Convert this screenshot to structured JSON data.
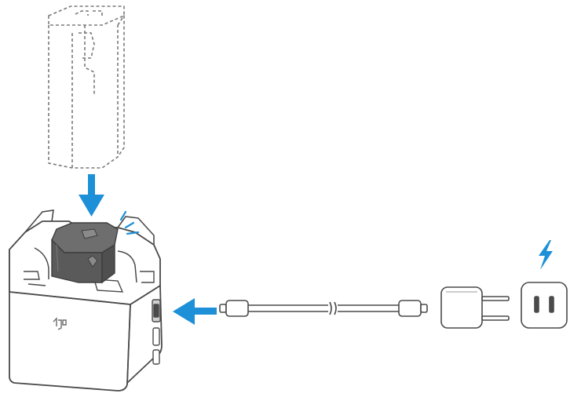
{
  "diagram": {
    "kind": "charging-hub-instruction",
    "steps": [
      {
        "action": "insert-battery",
        "direction": "down"
      },
      {
        "action": "connect-usb-c-cable",
        "direction": "left"
      },
      {
        "action": "plug-in-power",
        "indicator": "lightning"
      }
    ],
    "colors": {
      "line": "#4a4a4a",
      "accent": "#1e90d8",
      "battery": "#6e6e6e",
      "battery_dark": "#4f4f4f",
      "fill": "#ffffff",
      "dashed": "#7a7a7a"
    },
    "icons": [
      "battery-outline-icon",
      "down-arrow-icon",
      "charging-hub-icon",
      "dji-logo-icon",
      "left-arrow-icon",
      "usb-c-cable-icon",
      "power-adapter-icon",
      "wall-outlet-icon",
      "lightning-icon"
    ]
  }
}
